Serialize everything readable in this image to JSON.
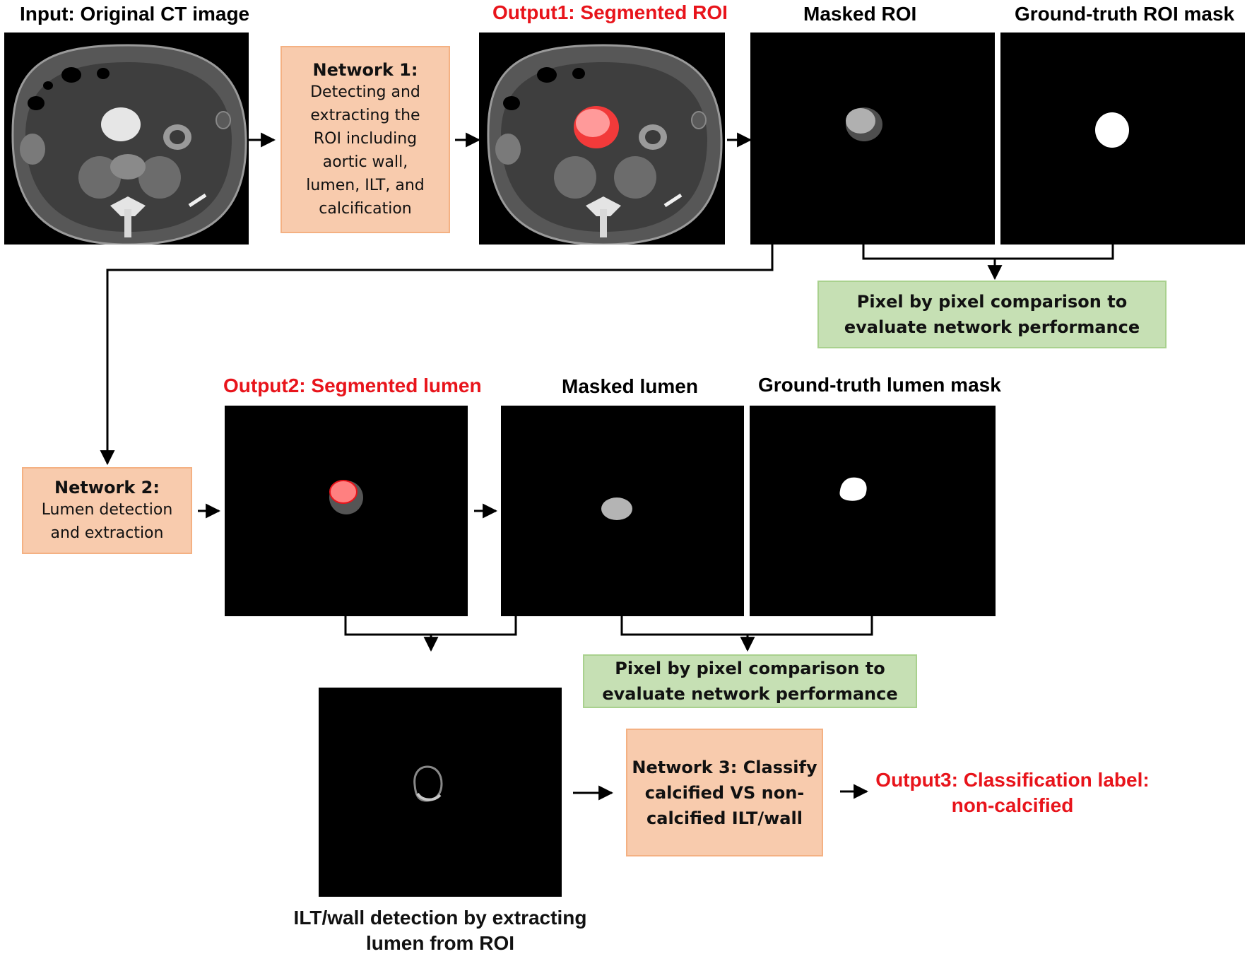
{
  "labels": {
    "input_ct": "Input: Original CT image",
    "output1": "Output1: Segmented ROI",
    "masked_roi": "Masked ROI",
    "gt_roi": "Ground-truth ROI mask",
    "output2": "Output2: Segmented lumen",
    "masked_lumen": "Masked lumen",
    "gt_lumen": "Ground-truth lumen mask"
  },
  "network1": {
    "title": "Network 1:",
    "lines": [
      "Detecting and",
      "extracting the",
      "ROI including",
      "aortic wall,",
      "lumen, ILT, and",
      "calcification"
    ]
  },
  "network2": {
    "title": "Network 2:",
    "lines": [
      "Lumen detection",
      "and extraction"
    ]
  },
  "network3": {
    "lines": [
      "Network 3: Classify",
      "calcified VS non-",
      "calcified ILT/wall"
    ]
  },
  "comparison1": {
    "lines": [
      "Pixel by pixel comparison to",
      "evaluate network performance"
    ]
  },
  "comparison2": {
    "lines": [
      "Pixel by pixel comparison to",
      "evaluate network performance"
    ]
  },
  "ilt_caption": {
    "lines": [
      "ILT/wall detection by extracting",
      "lumen from ROI"
    ]
  },
  "output3": {
    "lines": [
      "Output3: Classification label:",
      "non-calcified"
    ]
  },
  "colors": {
    "accent_red": "#e8141b",
    "network_fill": "#f8cbad",
    "network_border": "#f4b183",
    "comparison_fill": "#c6e0b4",
    "comparison_border": "#a9d18e"
  }
}
